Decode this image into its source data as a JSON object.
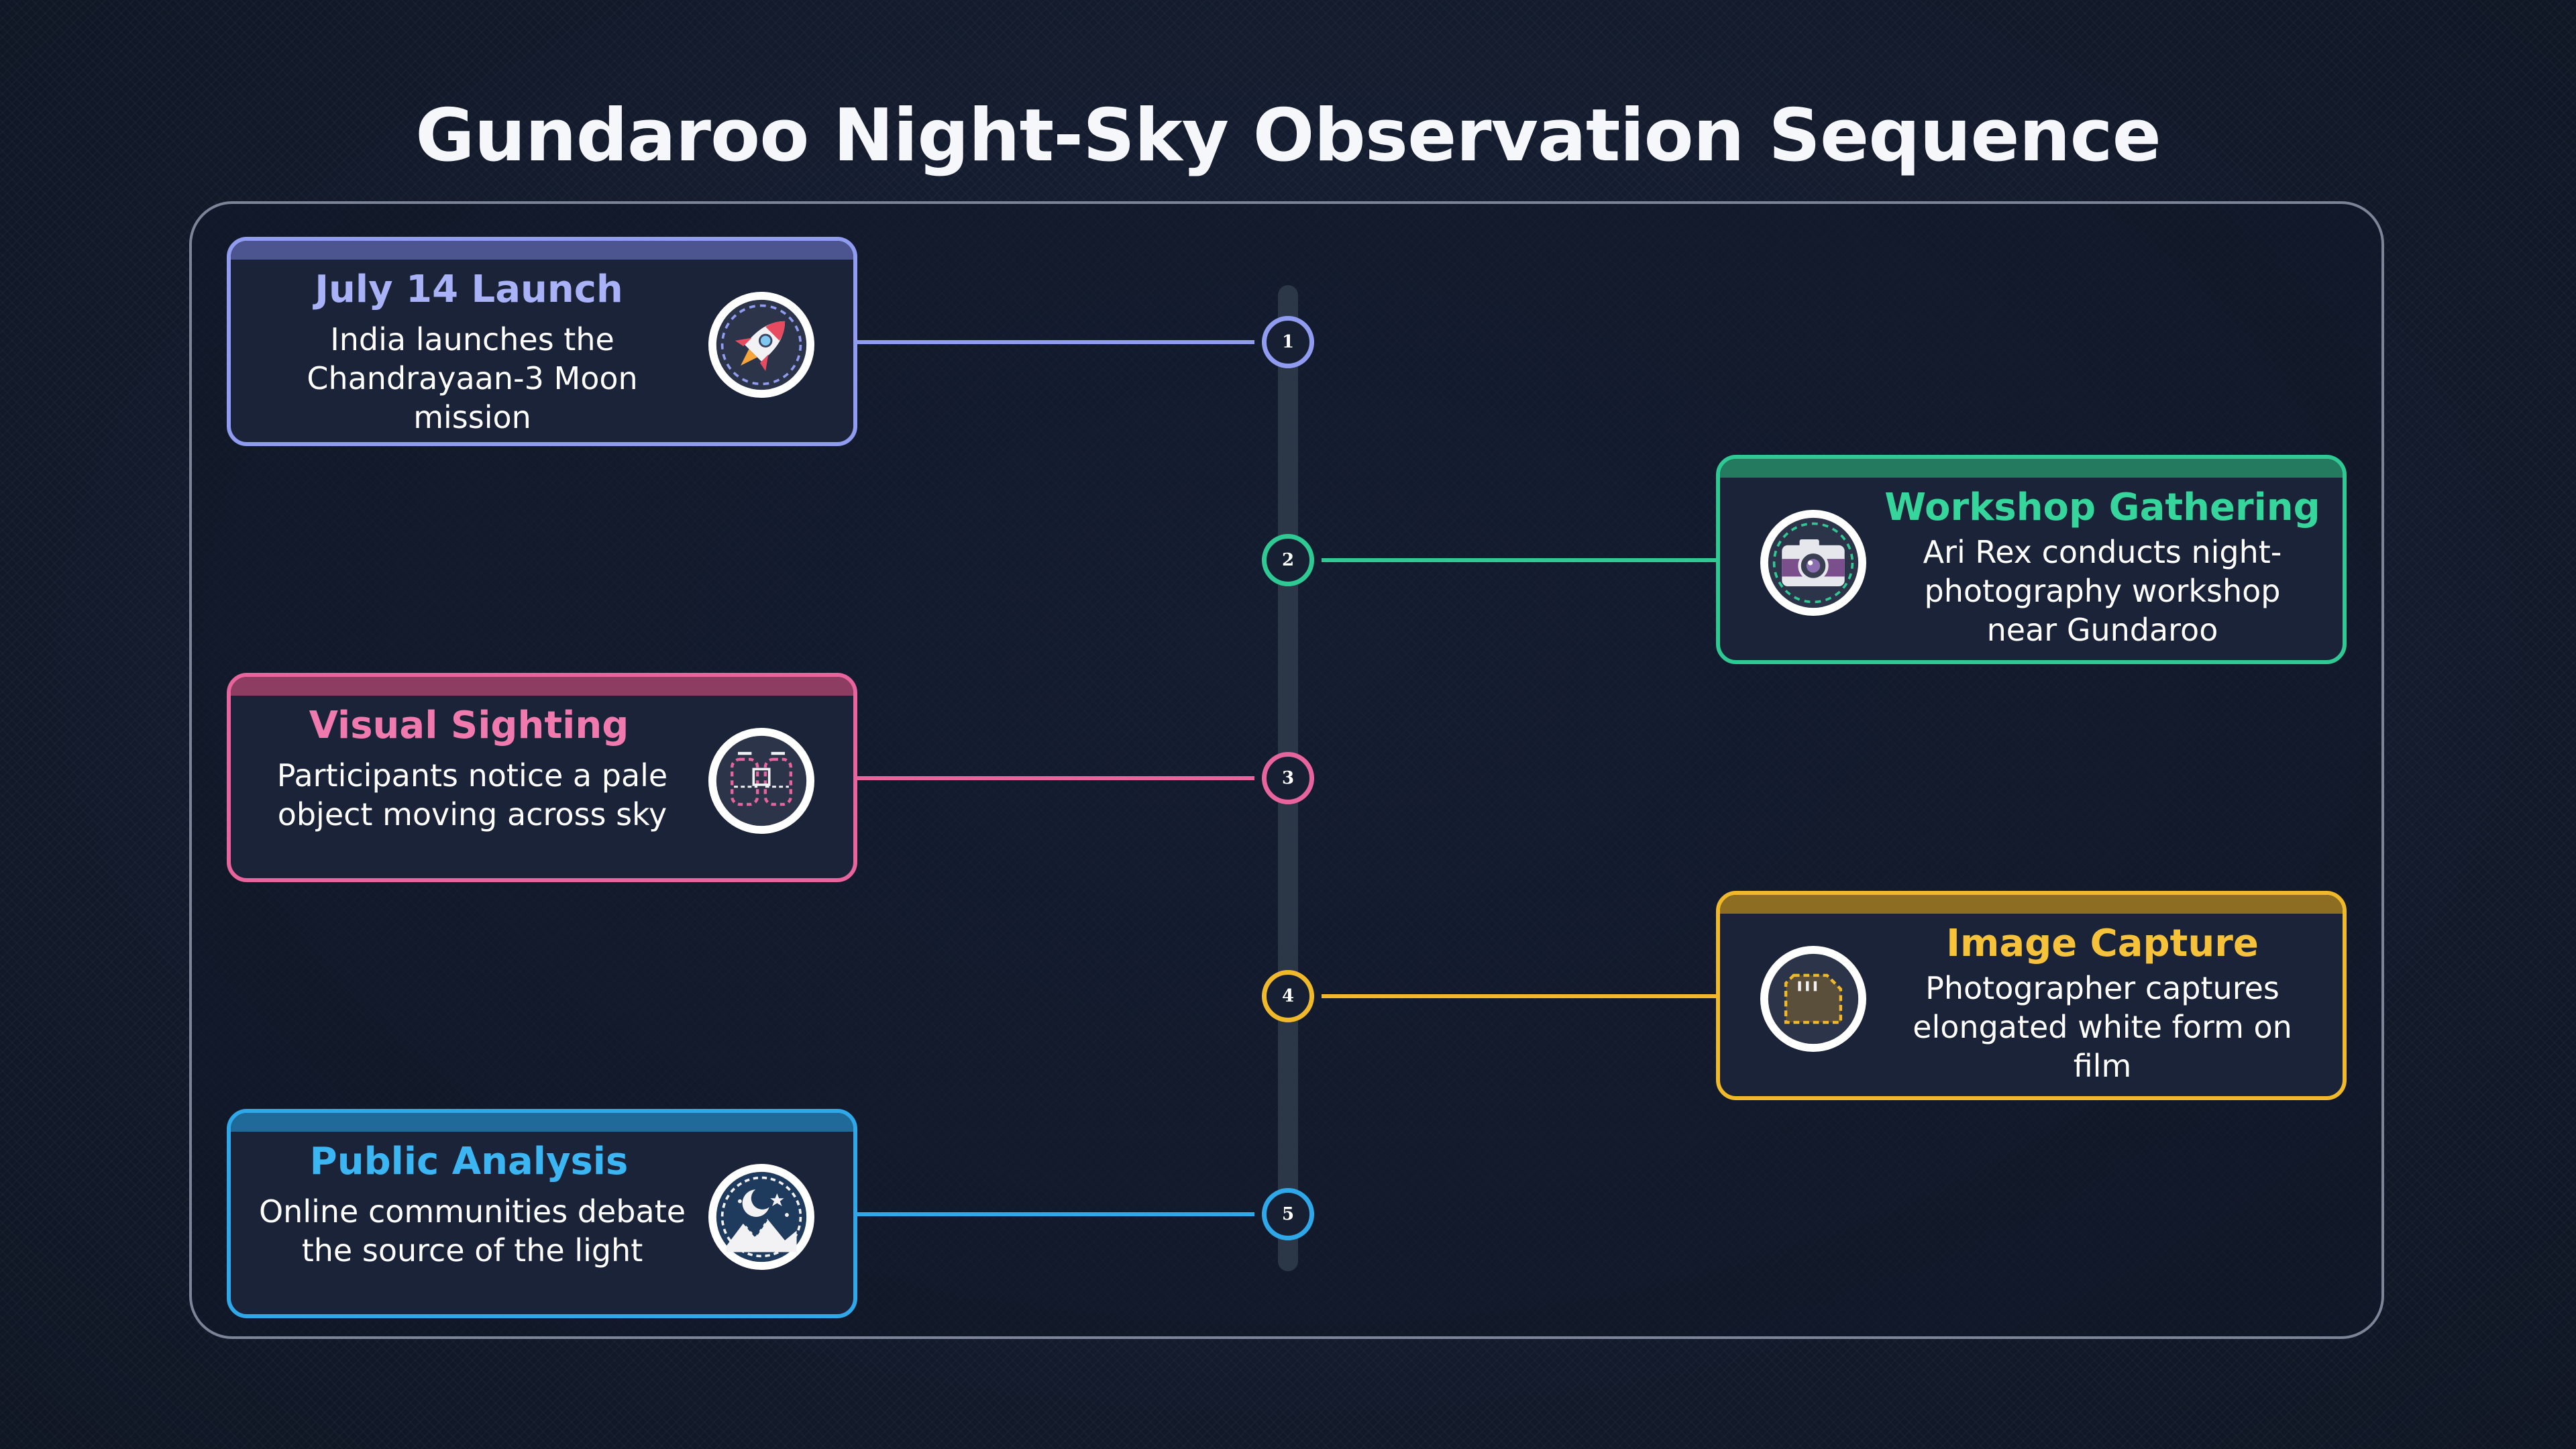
{
  "title": "Gundaroo Night-Sky Observation Sequence",
  "colors": {
    "launch": "#8f9cf0",
    "workshop": "#2fca93",
    "sighting": "#e8649d",
    "capture": "#f0b92a",
    "analysis": "#2ea8e8"
  },
  "events": [
    {
      "number": "1",
      "heading": "July 14 Launch",
      "description": "India launches the Chandrayaan-3 Moon mission",
      "icon": "rocket-icon"
    },
    {
      "number": "2",
      "heading": "Workshop Gathering",
      "description": "Ari Rex conducts night-photography workshop near Gundaroo",
      "icon": "camera-icon"
    },
    {
      "number": "3",
      "heading": "Visual Sighting",
      "description": "Participants notice a pale object moving across sky",
      "icon": "binoculars-icon"
    },
    {
      "number": "4",
      "heading": "Image Capture",
      "description": "Photographer captures elongated white form on film",
      "icon": "film-icon"
    },
    {
      "number": "5",
      "heading": "Public Analysis",
      "description": "Online communities debate the source of the light",
      "icon": "night-sky-icon"
    }
  ]
}
